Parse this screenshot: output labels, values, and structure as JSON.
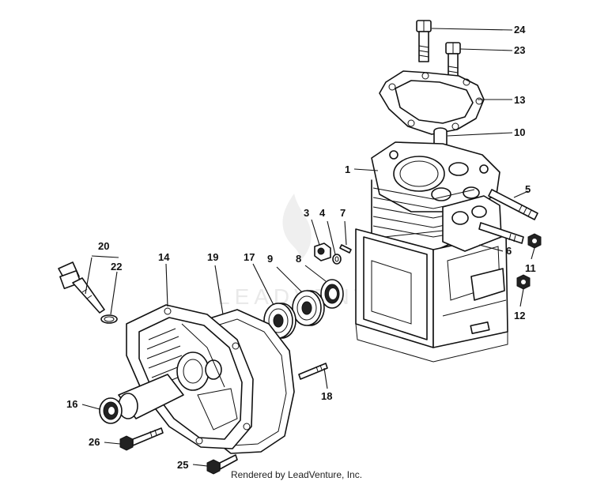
{
  "diagram": {
    "watermark": "LEADVENTURE",
    "footer": "Rendered by LeadVenture, Inc.",
    "callouts": [
      "24",
      "23",
      "13",
      "10",
      "1",
      "5",
      "3",
      "4",
      "7",
      "6",
      "11",
      "12",
      "8",
      "9",
      "17",
      "19",
      "14",
      "20",
      "22",
      "16",
      "18",
      "26",
      "25"
    ]
  }
}
